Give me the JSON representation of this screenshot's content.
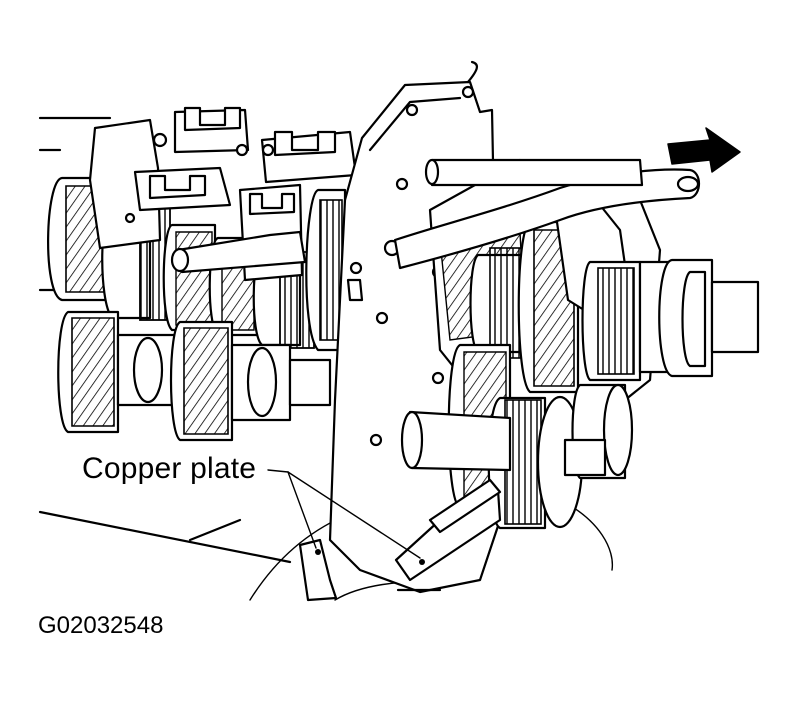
{
  "figure": {
    "callouts": [
      {
        "id": "copper-plate",
        "text": "Copper plate"
      }
    ],
    "figure_id": "G02032548",
    "direction_arrow_icon": "arrow-right-icon",
    "ink_color": "#000000",
    "paper_color": "#ffffff"
  }
}
